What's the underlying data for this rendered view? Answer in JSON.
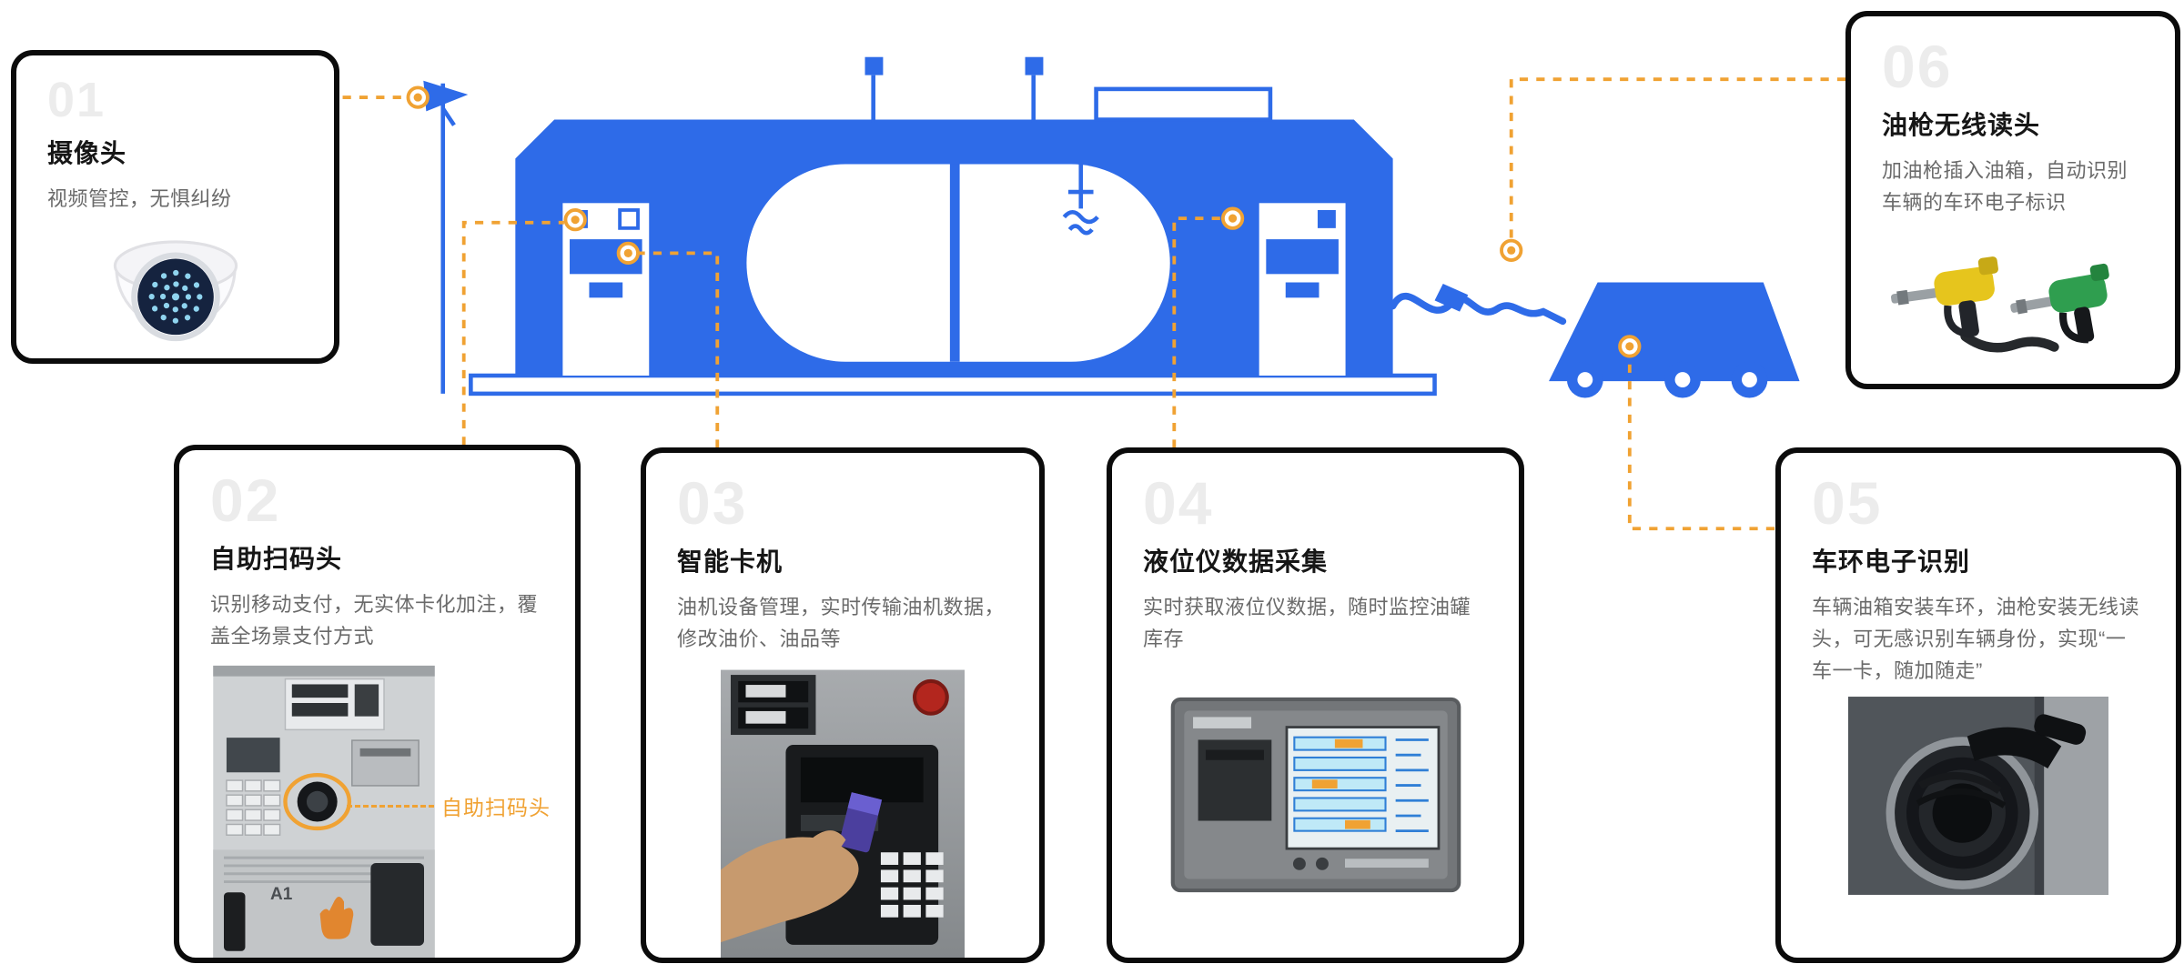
{
  "colors": {
    "accent_orange": "#F0A233",
    "station_blue": "#2E6BE8",
    "card_border": "#0B0B0B",
    "number_watermark": "#ECECEC",
    "title_color": "#161616",
    "desc_color": "#6A6A6A"
  },
  "cards": [
    {
      "number": "01",
      "title": "摄像头",
      "desc": "视频管控，无惧纠纷",
      "image": "dome-camera-image"
    },
    {
      "number": "02",
      "title": "自助扫码头",
      "desc": "识别移动支付，无实体卡化加注，覆盖全场景支付方式",
      "annotation": "自助扫码头",
      "figure_label": "A1",
      "image": "fuel-dispenser-photo"
    },
    {
      "number": "03",
      "title": "智能卡机",
      "desc": "油机设备管理，实时传输油机数据，修改油价、油品等",
      "image": "card-machine-photo"
    },
    {
      "number": "04",
      "title": "液位仪数据采集",
      "desc": "实时获取液位仪数据，随时监控油罐库存",
      "image": "level-gauge-photo"
    },
    {
      "number": "05",
      "title": "车环电子识别",
      "desc": "车辆油箱安装车环，油枪安装无线读头，可无感识别车辆身份，实现“一车一卡，随加随走”",
      "image": "tank-ring-photo"
    },
    {
      "number": "06",
      "title": "油枪无线读头",
      "desc": "加油枪插入油箱，自动识别车辆的车环电子标识",
      "image": "fuel-nozzles-photo"
    }
  ],
  "scene": {
    "description": "smart-gas-station-diagram"
  }
}
